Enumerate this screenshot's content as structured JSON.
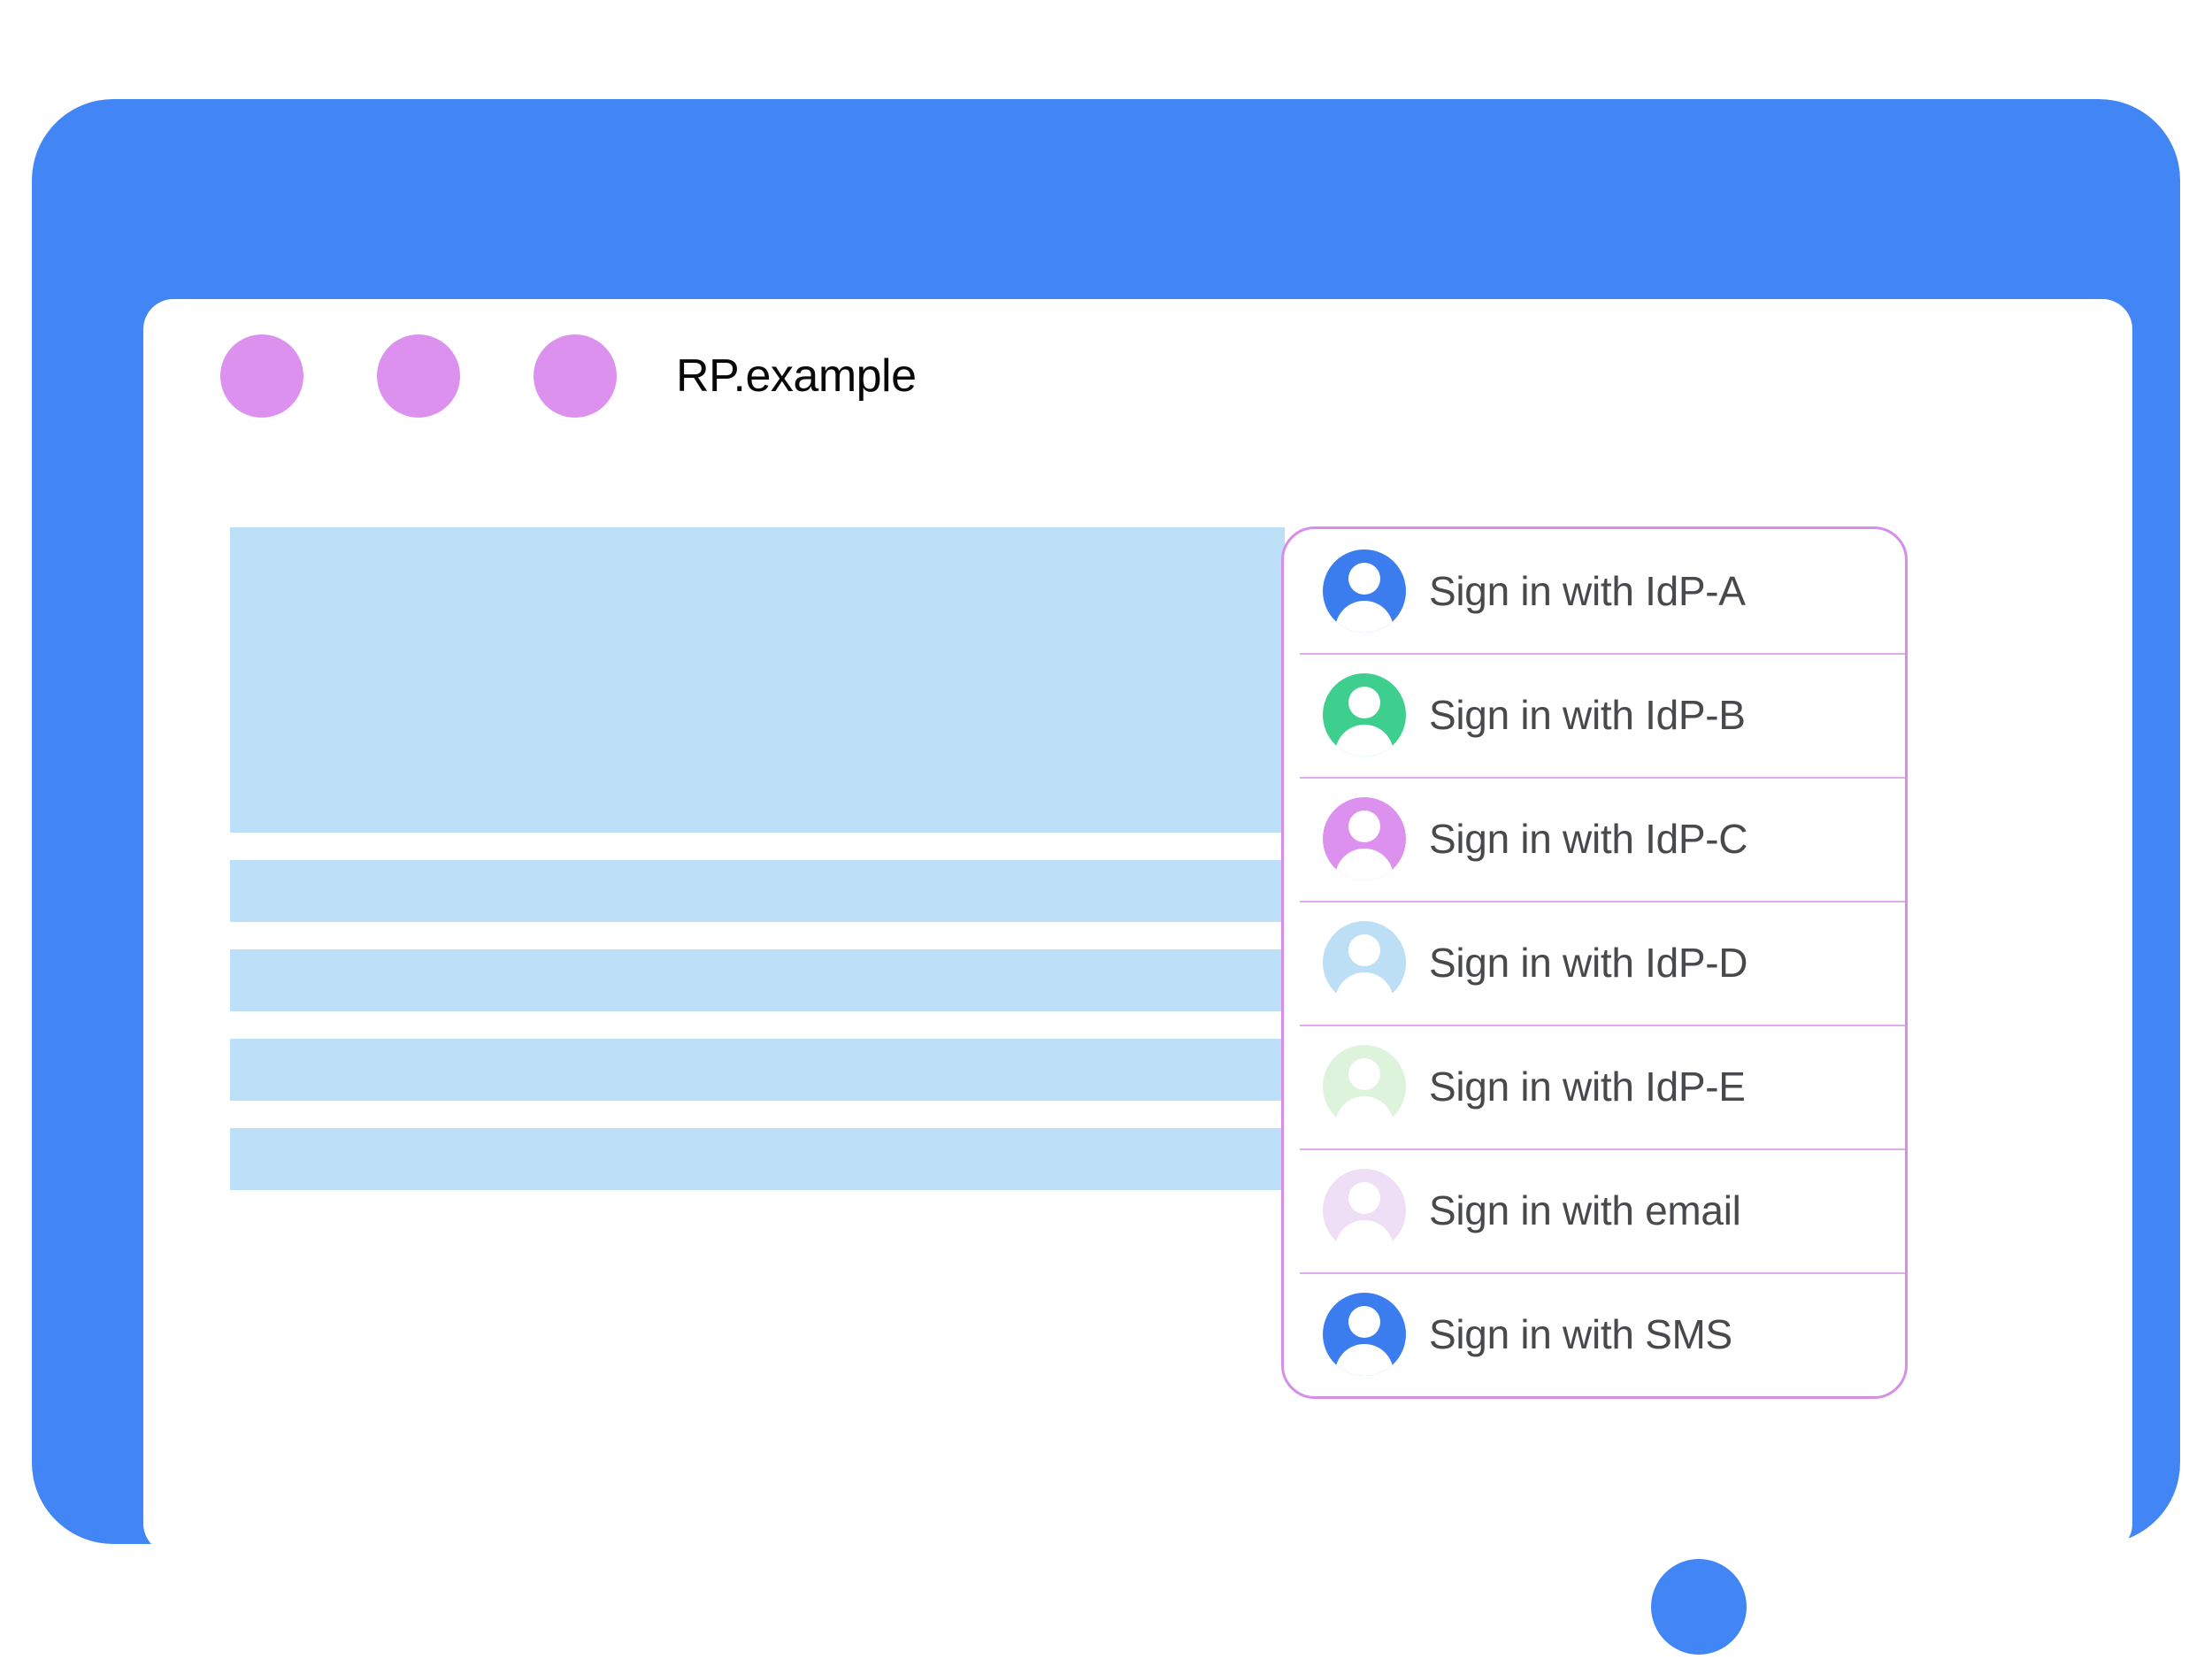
{
  "colors": {
    "frame": "#4285F4",
    "screen": "#FFFFFF",
    "window_dot": "#DD91EE",
    "placeholder": "#BCE0F7",
    "card_border": "#D68FE8",
    "divider": "#E2ABEE",
    "label_text": "#48494C",
    "title_text": "#080808"
  },
  "window": {
    "title": "RP.example",
    "dots": [
      {
        "name": "window-dot-1",
        "color": "#DD91EE"
      },
      {
        "name": "window-dot-2",
        "color": "#DD91EE"
      },
      {
        "name": "window-dot-3",
        "color": "#DD91EE"
      }
    ],
    "home_button": "home-button"
  },
  "content": {
    "placeholders": [
      {
        "name": "placeholder-hero",
        "kind": "hero"
      },
      {
        "name": "placeholder-bar-1",
        "kind": "bar"
      },
      {
        "name": "placeholder-bar-2",
        "kind": "bar"
      },
      {
        "name": "placeholder-bar-3",
        "kind": "bar"
      },
      {
        "name": "placeholder-bar-4",
        "kind": "bar"
      }
    ]
  },
  "account_chooser": {
    "rows": [
      {
        "label": "Sign in with IdP-A",
        "avatar_icon": "person-avatar-icon",
        "avatar_color": "#3B7DEE"
      },
      {
        "label": "Sign in with IdP-B",
        "avatar_icon": "person-avatar-icon",
        "avatar_color": "#3ECF8E"
      },
      {
        "label": "Sign in with IdP-C",
        "avatar_icon": "person-avatar-icon",
        "avatar_color": "#DD91EE"
      },
      {
        "label": "Sign in with IdP-D",
        "avatar_icon": "person-avatar-icon",
        "avatar_color": "#BCDFF5"
      },
      {
        "label": "Sign in with IdP-E",
        "avatar_icon": "person-avatar-icon",
        "avatar_color": "#DDF3DC"
      },
      {
        "label": "Sign in with email",
        "avatar_icon": "person-avatar-icon",
        "avatar_color": "#EEDFF6"
      },
      {
        "label": "Sign in with SMS",
        "avatar_icon": "person-avatar-icon",
        "avatar_color": "#3B7DEE"
      }
    ]
  }
}
